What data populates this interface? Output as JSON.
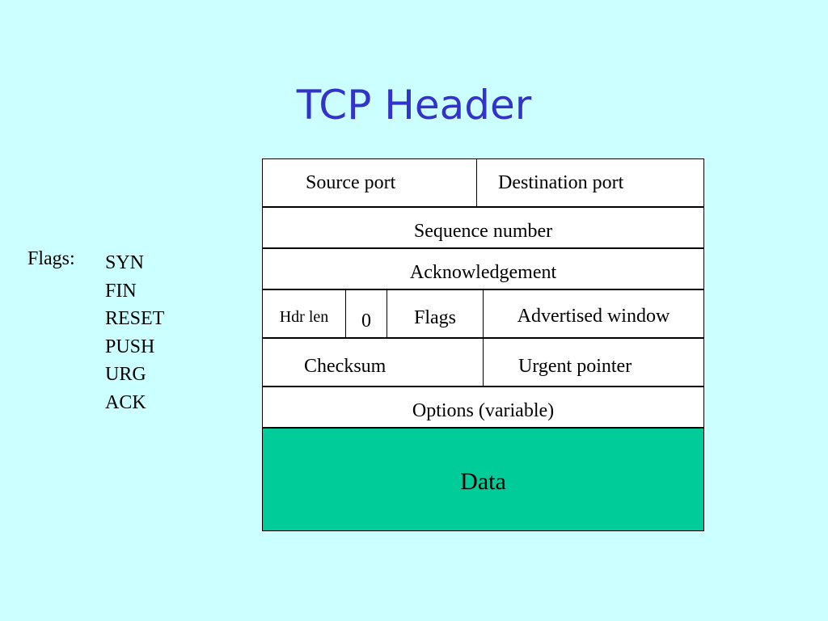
{
  "slide": {
    "title": "TCP Header"
  },
  "flags": {
    "label": "Flags:",
    "items": [
      "SYN",
      "FIN",
      "RESET",
      "PUSH",
      "URG",
      "ACK"
    ]
  },
  "header": {
    "source_port": "Source port",
    "destination_port": "Destination port",
    "sequence_number": "Sequence number",
    "acknowledgement": "Acknowledgement",
    "hdr_len": "Hdr len",
    "zero": "0",
    "flags": "Flags",
    "advertised_window": "Advertised window",
    "checksum": "Checksum",
    "urgent_pointer": "Urgent pointer",
    "options": "Options (variable)",
    "data": "Data"
  },
  "colors": {
    "background": "#ccffff",
    "title": "#3333cc",
    "data_block": "#00cc99",
    "header_cells": "#ffffff"
  }
}
